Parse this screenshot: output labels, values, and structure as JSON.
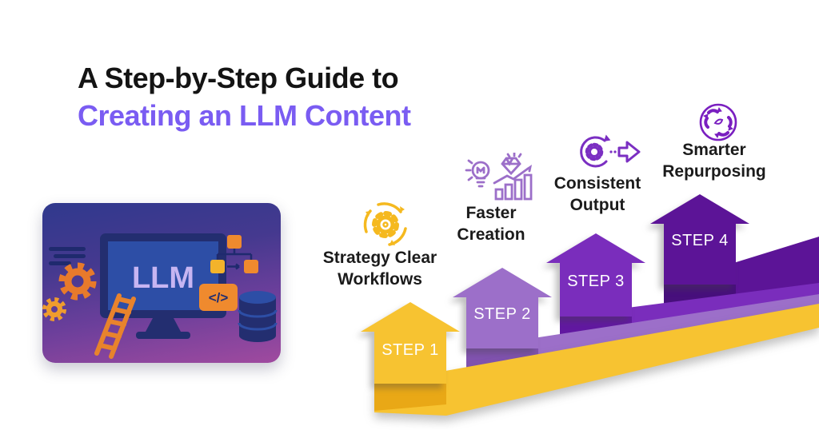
{
  "title": {
    "line1": "A Step-by-Step Guide to",
    "line2": "Creating an LLM Content"
  },
  "illustration": {
    "monitor_text": "LLM",
    "code_text": "</>"
  },
  "steps": [
    {
      "badge": "STEP 1",
      "label_line1": "Strategy Clear",
      "label_line2": "Workflows",
      "icon": "cycle-gear-icon",
      "color": "#F7C331",
      "fold": "#E9A816"
    },
    {
      "badge": "STEP 2",
      "label_line1": "Faster",
      "label_line2": "Creation",
      "icon": "idea-chart-icon",
      "color": "#9C6FC9",
      "fold": "#8152B0"
    },
    {
      "badge": "STEP 3",
      "label_line1": "Consistent",
      "label_line2": "Output",
      "icon": "gear-arrow-icon",
      "color": "#7A2DBC",
      "fold": "#6118A0"
    },
    {
      "badge": "STEP 4",
      "label_line1": "Smarter",
      "label_line2": "Repurposing",
      "icon": "recycle-icon",
      "color": "#5C1497",
      "fold": "#470F7C"
    }
  ],
  "colors": {
    "title_black": "#141414",
    "title_accent": "#7A5CF2",
    "icon_step1": "#F5B91F",
    "icon_step2": "#9C6FC9",
    "icon_step3": "#7B2FC2",
    "icon_step4": "#7A1FC0",
    "card_top": "#30398D",
    "card_bottom": "#A04A9F",
    "card_navy": "#232E70",
    "card_screen": "#2D4EA6",
    "card_orange": "#E87A2B",
    "llm_text": "#C7B5F2"
  }
}
